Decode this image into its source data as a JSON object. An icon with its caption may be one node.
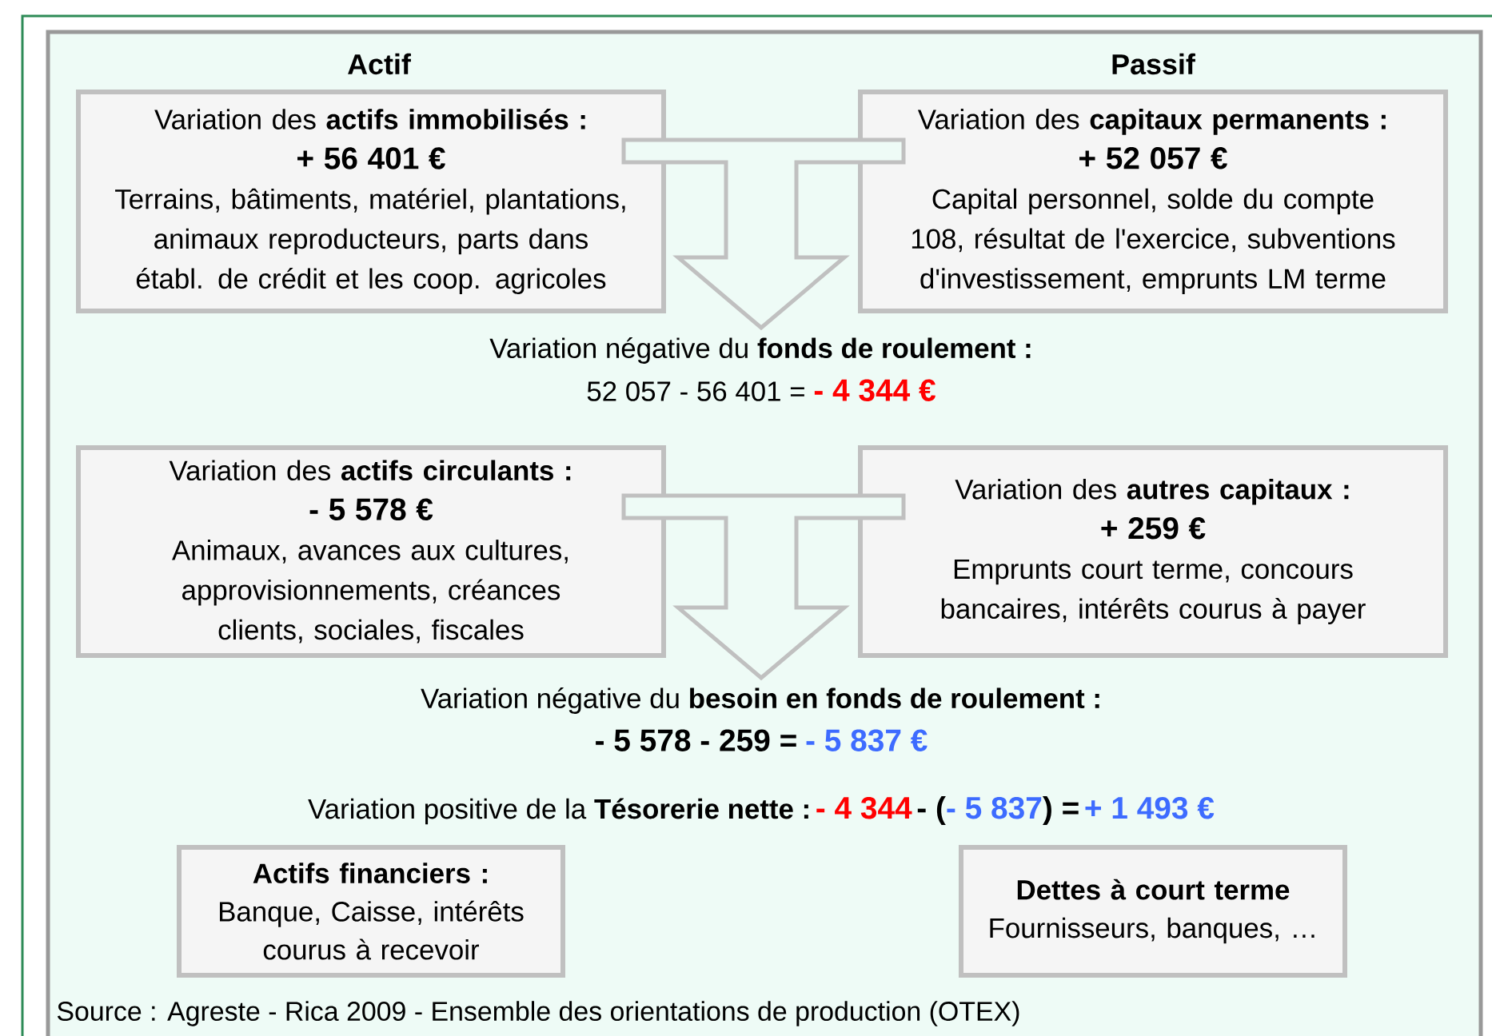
{
  "diagram": {
    "nodes": [
      {
        "text": [
          "Variation des **actifs immobilisés :**",
          "+ 56 401 €",
          "Terrains, bâtiments, matériel, plantations, animaux reproducteurs, parts dans établ. de crédit et les coop. agricoles"
        ]
      },
      {
        "text": [
          "Variation des **capitaux permanents :**",
          "+ 52 057 €",
          "Capital personnel, solde du compte 108, résultat de l'exercice, subventions d'investissement, emprunts LM terme"
        ]
      },
      {
        "text": [
          "Variation négative du **fonds de roulement :**",
          "52 057 - 56 401 =",
          "- 4 344 €"
        ]
      },
      {
        "text": [
          "Variation des **actifs circulants :**",
          "- 5 578 €",
          "Animaux, avances aux cultures, approvisionnements, créances clients, sociales, fiscales"
        ]
      },
      {
        "text": [
          "Variation des **autres capitaux :**",
          "+ 259 €",
          "Emprunts court terme, concours bancaires, intérêts courus à payer"
        ]
      },
      {
        "text": [
          "Variation négative du **besoin en fonds de roulement :**",
          "- 5 578 - 259 =",
          "- 5 837 €"
        ]
      },
      {
        "text": [
          "Actifs financiers :",
          "Banque, Caisse, intérêts courus à recevoir"
        ]
      },
      {
        "text": [
          "Dettes à court terme",
          "Fournisseurs, banques, …"
        ]
      }
    ],
    "edges": [
      {
        "from": 0,
        "to": 2,
        "arrow": "to"
      },
      {
        "from": 1,
        "to": 2,
        "arrow": "to"
      },
      {
        "from": 3,
        "to": 5,
        "arrow": "to"
      },
      {
        "from": 4,
        "to": 5,
        "arrow": "to"
      }
    ],
    "labels": [
      "Actif",
      "Passif",
      "Variation positive de la **Tésorerie nette :**",
      "- 4 344",
      "- (",
      "- 5 837",
      ") =",
      "+ 1 493 €",
      "Source : Agreste - Rica 2009 - Ensemble des orientations de production (OTEX)"
    ]
  }
}
